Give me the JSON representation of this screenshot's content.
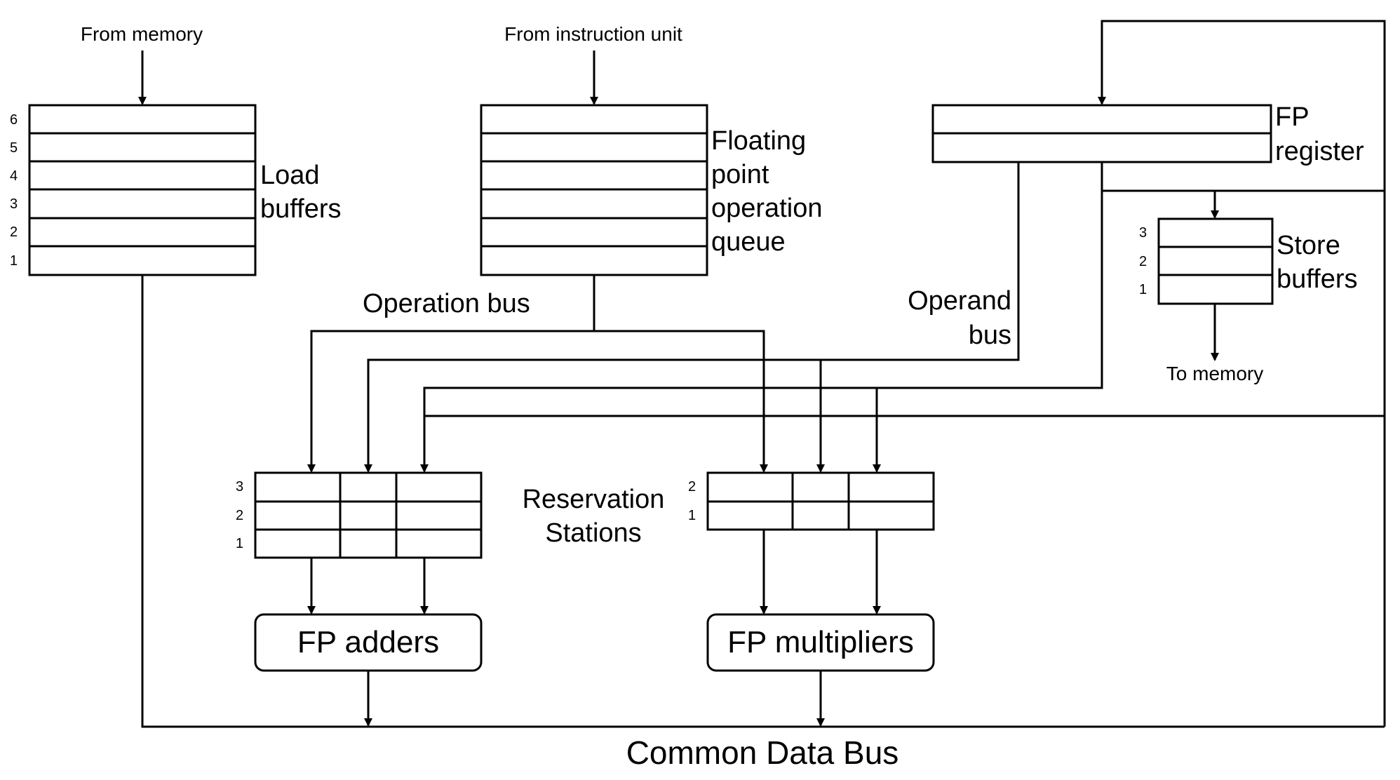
{
  "labels": {
    "from_memory": "From memory",
    "from_instruction_unit": "From instruction unit",
    "load_buffers": [
      "Load",
      "buffers"
    ],
    "fp_op_queue": [
      "Floating",
      "point",
      "operation",
      "queue"
    ],
    "fp_register": [
      "FP",
      "register"
    ],
    "store_buffers": [
      "Store",
      "buffers"
    ],
    "to_memory": "To memory",
    "operation_bus": "Operation bus",
    "operand_bus": [
      "Operand",
      "bus"
    ],
    "reservation_stations": [
      "Reservation",
      "Stations"
    ],
    "fp_adders": "FP adders",
    "fp_multipliers": "FP multipliers",
    "common_data_bus": "Common Data Bus"
  },
  "indices": {
    "load_buffers": [
      "6",
      "5",
      "4",
      "3",
      "2",
      "1"
    ],
    "store_buffers": [
      "3",
      "2",
      "1"
    ],
    "adder_stations": [
      "3",
      "2",
      "1"
    ],
    "multiplier_stations": [
      "2",
      "1"
    ]
  }
}
